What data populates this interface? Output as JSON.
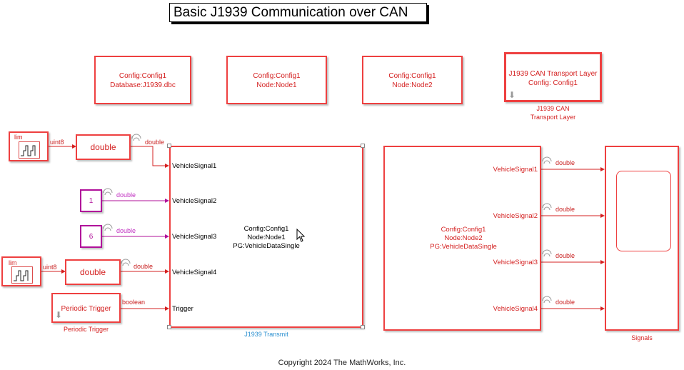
{
  "title": "Basic J1939 Communication over CAN",
  "config_blocks": [
    {
      "line1": "Config:Config1",
      "line2": "Database:J1939.dbc"
    },
    {
      "line1": "Config:Config1",
      "line2": "Node:Node1"
    },
    {
      "line1": "Config:Config1",
      "line2": "Node:Node2"
    }
  ],
  "transport_layer": {
    "line1": "J1939 CAN Transport Layer",
    "line2": "Config: Config1",
    "caption_line1": "J1939 CAN",
    "caption_line2": "Transport Layer"
  },
  "sources": {
    "lim1_label": "lim",
    "lim2_label": "lim",
    "convert1_label": "double",
    "convert2_label": "double",
    "const1_value": "1",
    "const2_value": "6",
    "periodic_trigger_label": "Periodic Trigger",
    "periodic_trigger_caption": "Periodic Trigger"
  },
  "wire_labels": {
    "uint8_a": "uint8",
    "double_a": "double",
    "double_b": "double",
    "double_c": "double",
    "uint8_b": "uint8",
    "double_d": "double",
    "boolean": "boolean",
    "rx_double1": "double",
    "rx_double2": "double",
    "rx_double3": "double",
    "rx_double4": "double"
  },
  "transmit": {
    "inputs": [
      "VehicleSignal1",
      "VehicleSignal2",
      "VehicleSignal3",
      "VehicleSignal4",
      "Trigger"
    ],
    "line1": "Config:Config1",
    "line2": "Node:Node1",
    "line3": "PG:VehicleDataSingle",
    "caption": "J1939 Transmit"
  },
  "receive": {
    "outputs": [
      "VehicleSignal1",
      "VehicleSignal2",
      "VehicleSignal3",
      "VehicleSignal4"
    ],
    "line1": "Config:Config1",
    "line2": "Node:Node2",
    "line3": "PG:VehicleDataSingle"
  },
  "scope": {
    "caption": "Signals"
  },
  "copyright": "Copyright 2024 The MathWorks, Inc."
}
